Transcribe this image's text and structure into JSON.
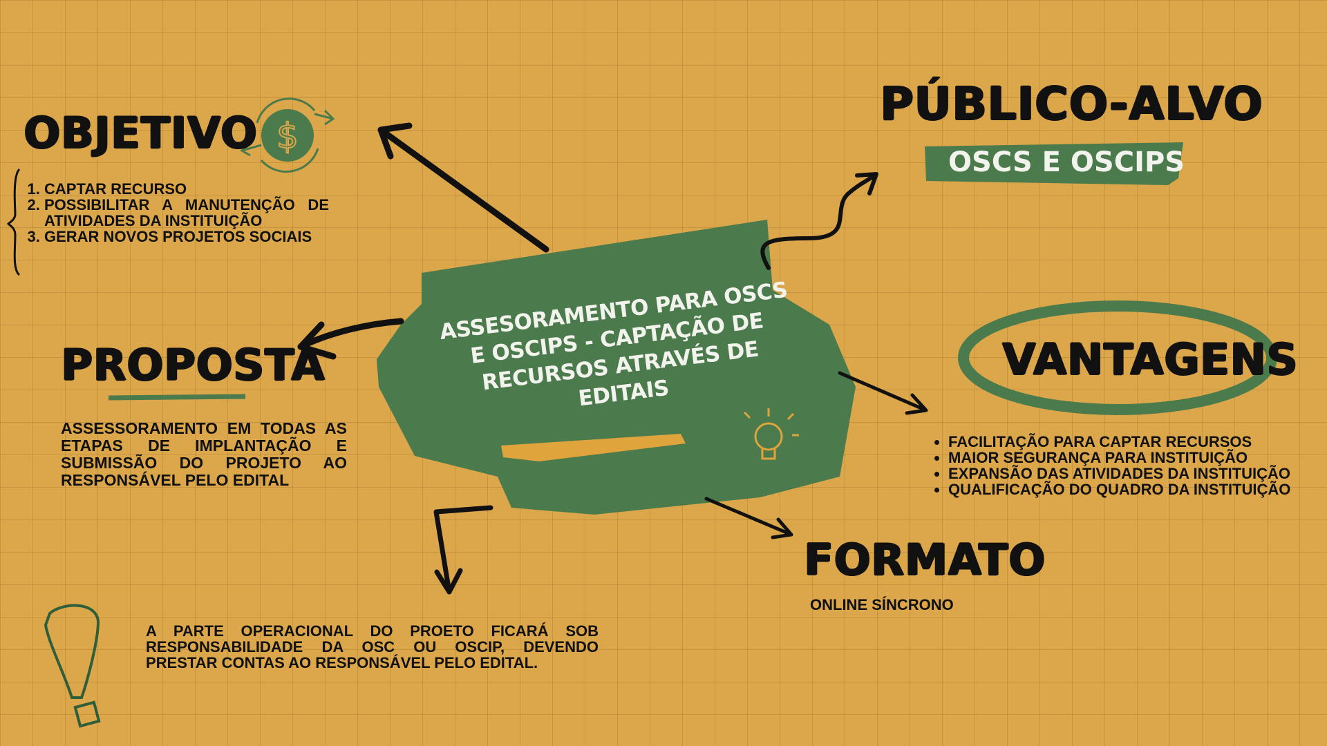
{
  "colors": {
    "background": "#DCA64A",
    "green": "#4B7A4C",
    "ink": "#111111",
    "white": "#F3F3EE",
    "yellow_stroke": "#E0A43C"
  },
  "center": {
    "title": "ASSESORAMENTO PARA  OSCS E OSCIPS - CAPTAÇÃO DE RECURSOS ATRAVÉS DE EDITAIS"
  },
  "objetivo": {
    "heading": "OBJETIVO",
    "icon": "dollar-cycle-icon",
    "items": [
      "CAPTAR RECURSO",
      "POSSIBILITAR A MANUTENÇÃO DE ATIVIDADES DA INSTITUIÇÃO",
      "GERAR NOVOS PROJETOS SOCIAIS"
    ]
  },
  "proposta": {
    "heading": "PROPOSTA",
    "text": "ASSESSORAMENTO EM TODAS AS ETAPAS DE IMPLANTAÇÃO E SUBMISSÃO DO PROJETO AO RESPONSÁVEL PELO EDITAL"
  },
  "publico": {
    "heading": "PÚBLICO-ALVO",
    "value": "OSCS E OSCIPS"
  },
  "vantagens": {
    "heading": "VANTAGENS",
    "items": [
      "FACILITAÇÃO PARA CAPTAR RECURSOS",
      "MAIOR SEGURANÇA PARA INSTITUIÇÃO",
      "EXPANSÃO DAS ATIVIDADES DA INSTITUIÇÃO",
      "QUALIFICAÇÃO DO QUADRO DA INSTITUIÇÃO"
    ]
  },
  "formato": {
    "heading": "FORMATO",
    "value": "ONLINE SÍNCRONO"
  },
  "nota": {
    "icon": "exclamation-icon",
    "text": "A PARTE OPERACIONAL DO PROETO FICARÁ SOB RESPONSABILIDADE DA OSC OU OSCIP, DEVENDO PRESTAR CONTAS AO RESPONSÁVEL PELO EDITAL."
  }
}
